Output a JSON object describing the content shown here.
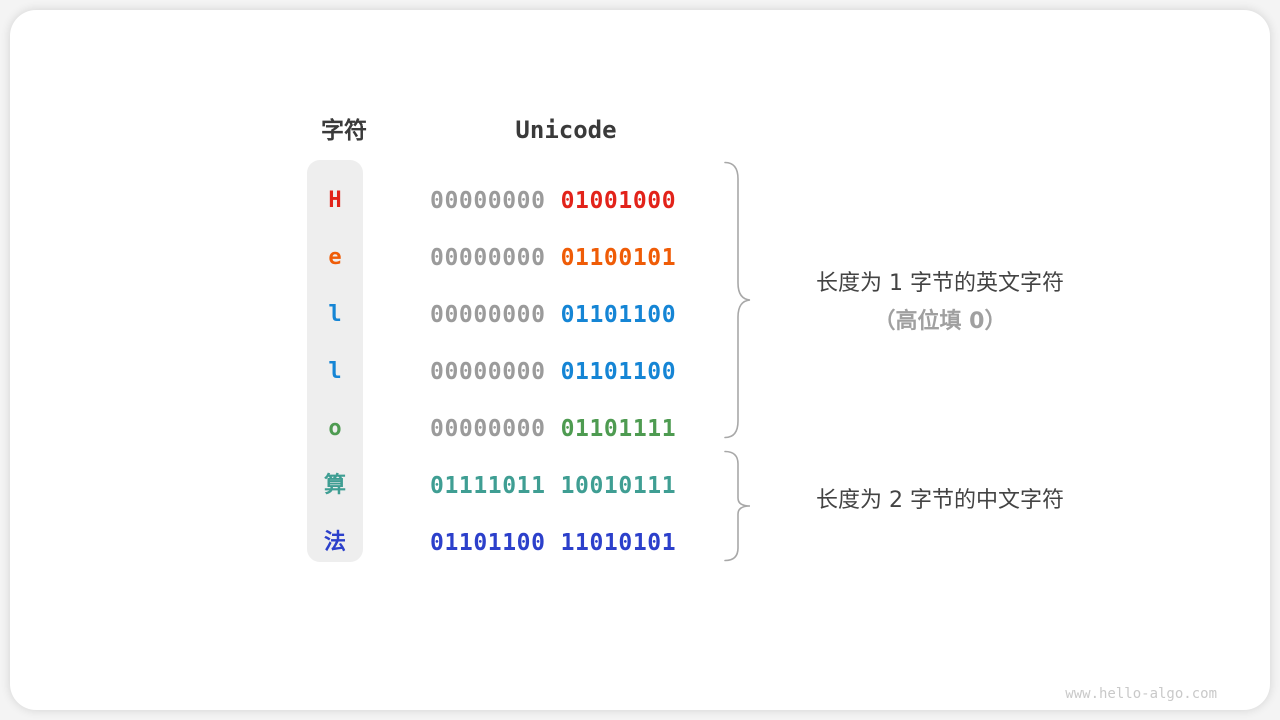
{
  "page": {
    "watermark": "www.hello-algo.com"
  },
  "colors": {
    "gray_byte": "#9b9b9b",
    "header_text": "#3a3a3a",
    "pill_background": "#eeeeee",
    "brace_stroke": "#a8a8a8",
    "red": "#e2231a",
    "orange": "#ef5c07",
    "blue": "#1585d5",
    "green": "#4e9b51",
    "teal": "#3f9e93",
    "indigo": "#2c40cb"
  },
  "table": {
    "headers": {
      "char": "字符",
      "unicode": "Unicode"
    },
    "rows": [
      {
        "char": "H",
        "byte_high": "00000000",
        "byte_low": "01001000",
        "color": "#e2231a",
        "high_colored": false
      },
      {
        "char": "e",
        "byte_high": "00000000",
        "byte_low": "01100101",
        "color": "#ef5c07",
        "high_colored": false
      },
      {
        "char": "l",
        "byte_high": "00000000",
        "byte_low": "01101100",
        "color": "#1585d5",
        "high_colored": false
      },
      {
        "char": "l",
        "byte_high": "00000000",
        "byte_low": "01101100",
        "color": "#1585d5",
        "high_colored": false
      },
      {
        "char": "o",
        "byte_high": "00000000",
        "byte_low": "01101111",
        "color": "#4e9b51",
        "high_colored": false
      },
      {
        "char": "算",
        "byte_high": "01111011",
        "byte_low": "10010111",
        "color": "#3f9e93",
        "high_colored": true
      },
      {
        "char": "法",
        "byte_high": "01101100",
        "byte_low": "11010101",
        "color": "#2c40cb",
        "high_colored": true
      }
    ]
  },
  "annotations": {
    "group1_line1": "长度为 1 字节的英文字符",
    "group1_line2": "（高位填 0）",
    "group2_line1": "长度为 2 字节的中文字符"
  }
}
